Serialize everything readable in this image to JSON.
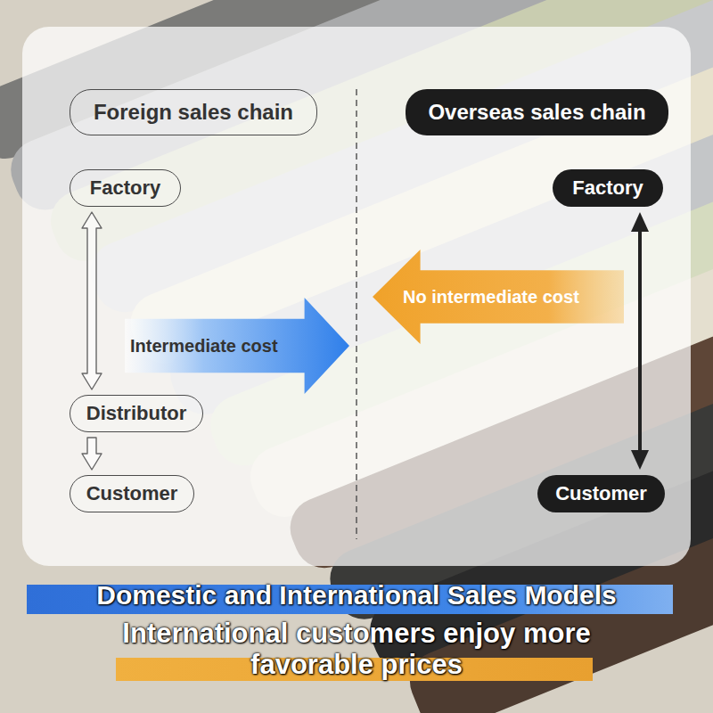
{
  "diagram": {
    "title": "Domestic and International Sales Models",
    "caption": "International customers enjoy more favorable prices",
    "nodes": [
      {
        "text": [
          "Foreign sales chain"
        ]
      },
      {
        "text": [
          "Overseas sales chain"
        ]
      },
      {
        "text": [
          "Factory"
        ]
      },
      {
        "text": [
          "Factory"
        ]
      },
      {
        "text": [
          "No intermediate cost"
        ]
      },
      {
        "text": [
          "Intermediate cost"
        ]
      },
      {
        "text": [
          "Distributor"
        ]
      },
      {
        "text": [
          "Customer"
        ]
      },
      {
        "text": [
          "Customer"
        ]
      }
    ],
    "edges": [
      {
        "from": 2,
        "to": 6,
        "arrow": "both"
      },
      {
        "from": 6,
        "to": 7,
        "arrow": "to"
      },
      {
        "from": 3,
        "to": 8,
        "arrow": "both"
      }
    ]
  }
}
